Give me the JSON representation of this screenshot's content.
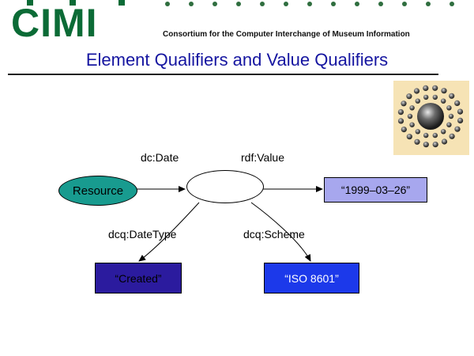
{
  "header": {
    "logo_text": "CIMI",
    "consortium_text": "Consortium for the Computer Interchange of Museum Information",
    "accent_color": "#0b6b36"
  },
  "slide": {
    "title": "Element Qualifiers and Value Qualifiers",
    "title_color": "#1515a0"
  },
  "diagram": {
    "resource_label": "Resource",
    "edge_labels": {
      "dc_date": "dc:Date",
      "rdf_value": "rdf:Value",
      "dcq_datetype": "dcq:DateType",
      "dcq_scheme": "dcq:Scheme"
    },
    "value_box": "“1999–03–26”",
    "created_box": "“Created”",
    "scheme_box": "“ISO 8601”"
  },
  "decoration": {
    "sphere_image_icon": "molecule-sphere-icon"
  }
}
